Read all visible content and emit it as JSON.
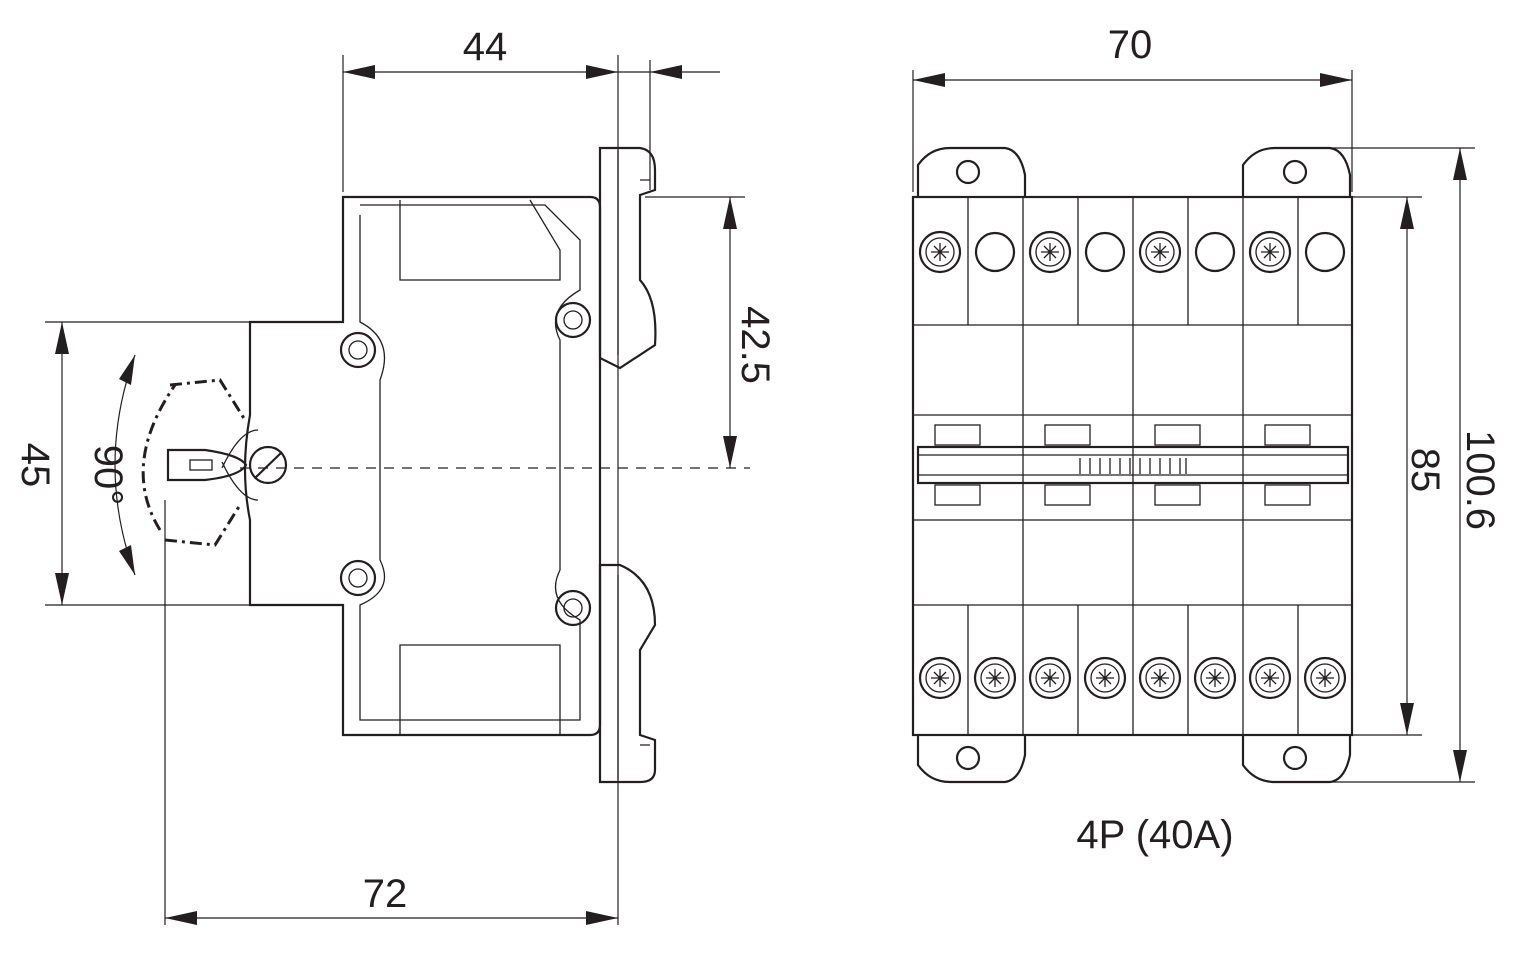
{
  "side_view": {
    "dim_width_top": "44",
    "dim_height_rail": "42.5",
    "dim_height_front": "45",
    "dim_angle": "90°",
    "dim_depth_total": "72"
  },
  "front_view": {
    "dim_width": "70",
    "dim_height_body": "85",
    "dim_height_total": "100.6",
    "caption": "4P (40A)"
  },
  "colors": {
    "line": "#231f20",
    "background": "#ffffff"
  }
}
